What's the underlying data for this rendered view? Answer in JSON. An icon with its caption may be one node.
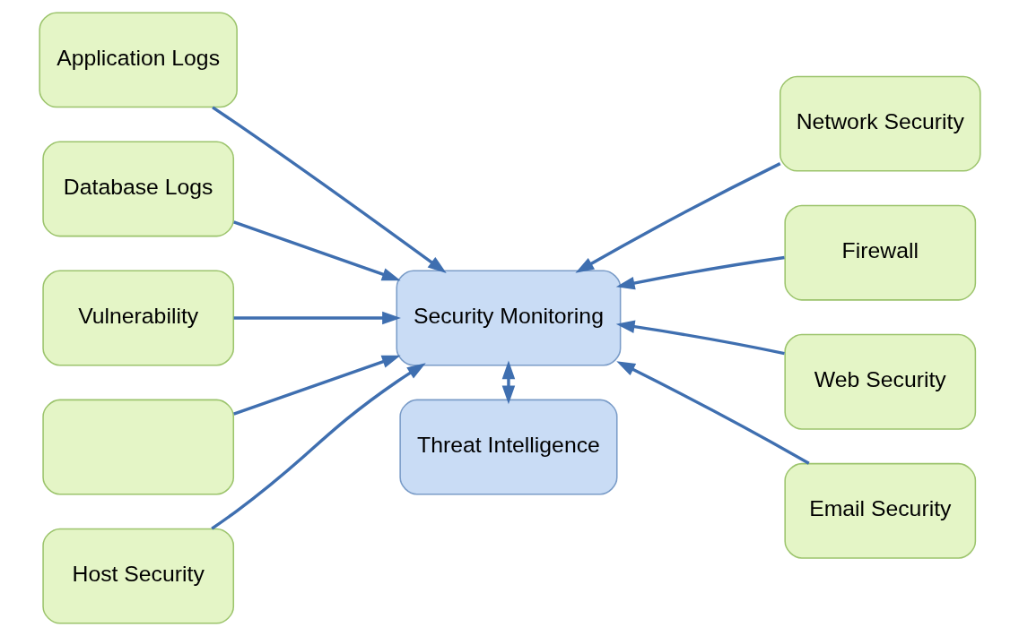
{
  "diagram": {
    "nodes": [
      {
        "text": [
          "Application Logs"
        ]
      },
      {
        "text": [
          "Database Logs"
        ]
      },
      {
        "text": [
          "Vulnerability"
        ]
      },
      {
        "text": [],
        "shape": "box"
      },
      {
        "text": [
          "Host Security"
        ]
      },
      {
        "text": [
          "Security Monitoring"
        ]
      },
      {
        "text": [
          "Threat Intelligence"
        ]
      },
      {
        "text": [
          "Network Security"
        ]
      },
      {
        "text": [
          "Firewall"
        ]
      },
      {
        "text": [
          "Web Security"
        ]
      },
      {
        "text": [
          "Email Security"
        ]
      }
    ],
    "edges": [
      {
        "from": 0,
        "to": 5,
        "arrow": "to"
      },
      {
        "from": 1,
        "to": 5,
        "arrow": "to"
      },
      {
        "from": 2,
        "to": 5,
        "arrow": "to"
      },
      {
        "from": 3,
        "to": 5,
        "arrow": "to"
      },
      {
        "from": 4,
        "to": 5,
        "arrow": "to"
      },
      {
        "from": 5,
        "to": 6,
        "arrow": "both"
      },
      {
        "from": 7,
        "to": 5,
        "arrow": "to"
      },
      {
        "from": 8,
        "to": 5,
        "arrow": "to"
      },
      {
        "from": 9,
        "to": 5,
        "arrow": "to"
      },
      {
        "from": 10,
        "to": 5,
        "arrow": "to"
      }
    ]
  }
}
